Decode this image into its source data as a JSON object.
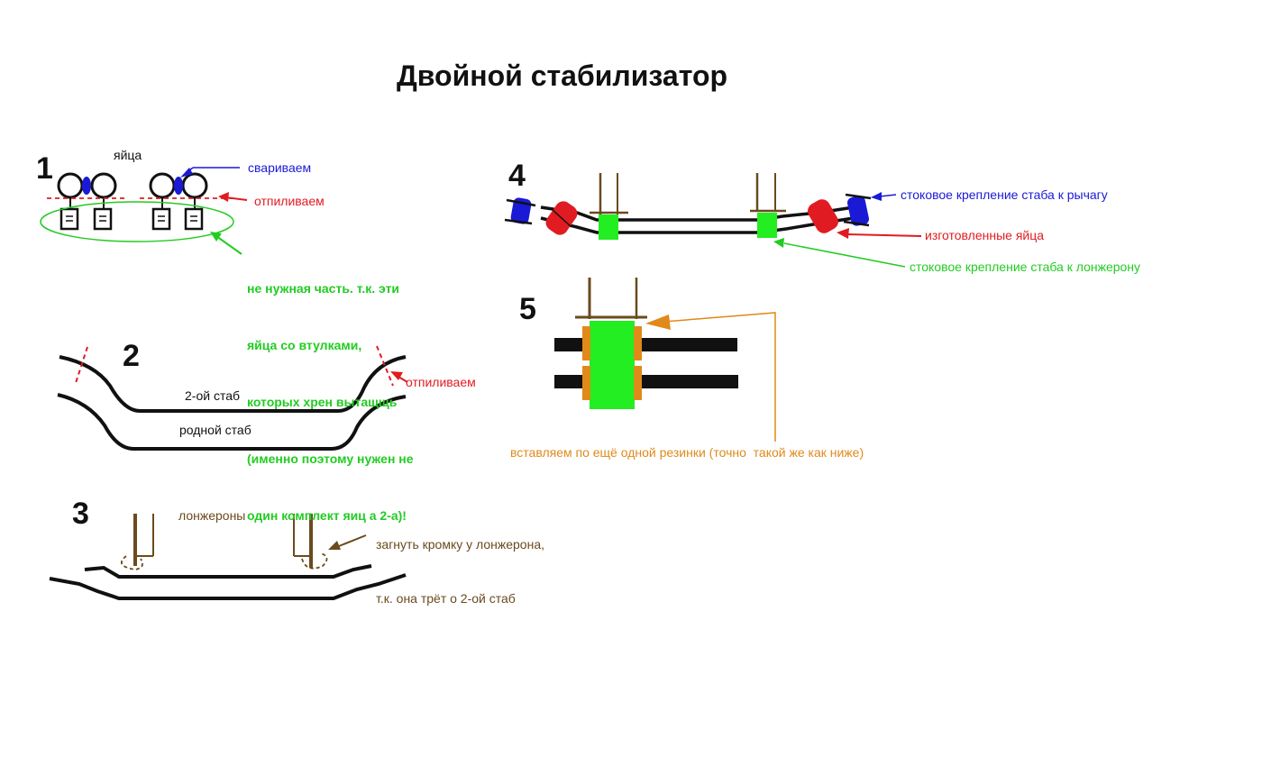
{
  "title": "Двойной стабилизатор",
  "colors": {
    "black": "#111111",
    "red": "#e11b22",
    "dark_red": "#c0182a",
    "blue": "#1a1ad6",
    "green": "#22cc22",
    "orange": "#e08a1a",
    "brown": "#6b4a1e"
  },
  "section1": {
    "number": "1",
    "eggs_label": "яйца",
    "weld_label": "свариваем",
    "cut_label": "отпиливаем",
    "note_lines": [
      "не нужная часть. т.к. эти",
      "яйца со втулками,",
      "которых хрен вытащщь",
      "(именно поэтому нужен не",
      "один комплект яиц а 2-а)!"
    ]
  },
  "section2": {
    "number": "2",
    "second_stab_label": "2-ой стаб",
    "native_stab_label": "родной стаб",
    "cut_label": "отпиливаем"
  },
  "section3": {
    "number": "3",
    "spars_label": "лонжероны",
    "note_lines": [
      "загнуть кромку у лонжерона,",
      "т.к. она трёт о 2-ой стаб"
    ]
  },
  "section4": {
    "number": "4",
    "arm_mount_label": "стоковое крепление стаба к рычагу",
    "eggs_label": "изготовленные яйца",
    "spar_mount_label": "стоковое крепление стаба к лонжерону"
  },
  "section5": {
    "number": "5",
    "rubber_label": "вставляем по ещё одной резинки (точно  такой же как ниже)"
  }
}
